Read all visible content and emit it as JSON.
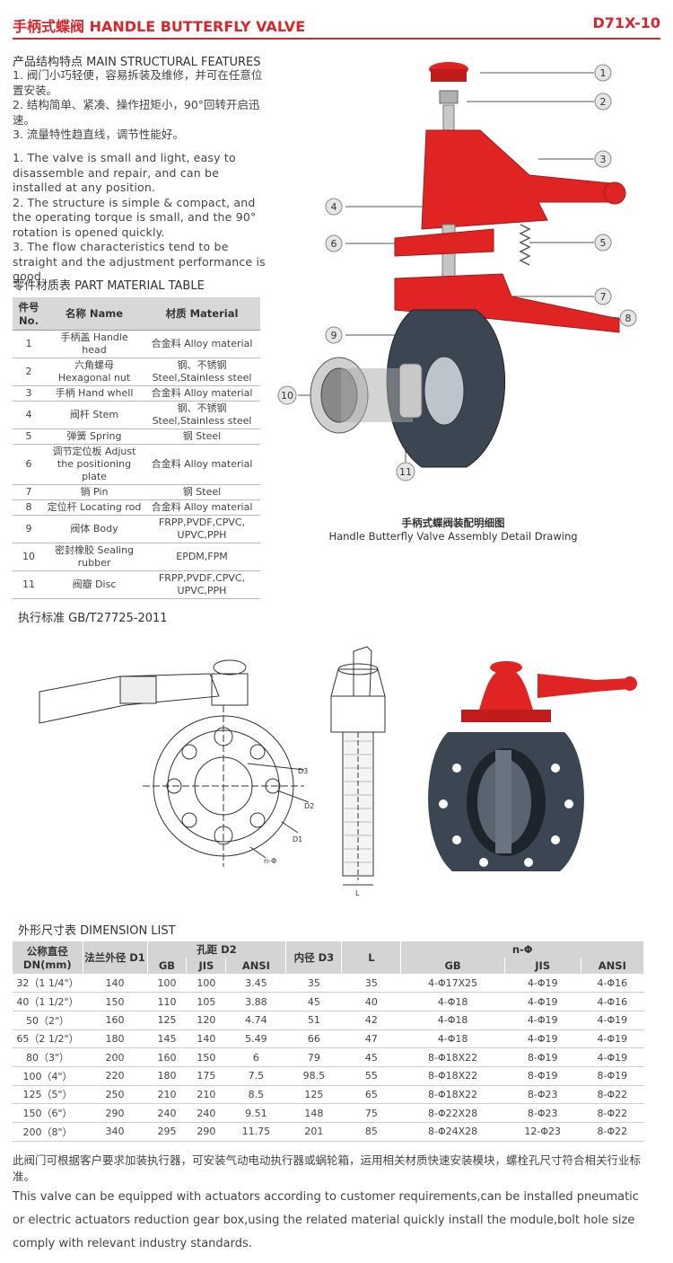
{
  "header": {
    "title": "手柄式蝶阀 HANDLE BUTTERFLY VALVE",
    "model": "D71X-10"
  },
  "features": {
    "heading": "产品结构特点  MAIN STRUCTURAL FEATURES",
    "cn": [
      "1. 阀门小巧轻便，容易拆装及维修，并可在任意位置安装。",
      "2. 结构简单、紧凑、操作扭矩小，90°回转开启迅速。",
      "3. 流量特性趋直线，调节性能好。"
    ],
    "en": [
      "1. The valve is small and light, easy to disassemble and repair, and can be installed at any position.",
      "2. The structure is simple & compact, and the operating torque is small, and the 90° rotation is opened quickly.",
      "3. The flow characteristics tend to be straight and the adjustment performance is good."
    ]
  },
  "parts_table": {
    "heading": "零件材质表  PART MATERIAL TABLE",
    "headers": [
      "件号 No.",
      "名称 Name",
      "材质 Material"
    ],
    "rows": [
      [
        "1",
        "手柄盖 Handle head",
        "合金料 Alloy material"
      ],
      [
        "2",
        "六角螺母 Hexagonal nut",
        "钢、不锈钢 Steel,Stainless steel"
      ],
      [
        "3",
        "手柄 Hand whell",
        "合金料 Alloy material"
      ],
      [
        "4",
        "阀杆 Stem",
        "钢、不锈钢 Steel,Stainless steel"
      ],
      [
        "5",
        "弹簧 Spring",
        "钢 Steel"
      ],
      [
        "6",
        "调节定位板 Adjust the positioning plate",
        "合金料 Alloy material"
      ],
      [
        "7",
        "销 Pin",
        "钢 Steel"
      ],
      [
        "8",
        "定位杆 Locating rod",
        "合金料 Alloy material"
      ],
      [
        "9",
        "阀体 Body",
        "FRPP,PVDF,CPVC, UPVC,PPH"
      ],
      [
        "10",
        "密封橡胶 Sealing rubber",
        "EPDM,FPM"
      ],
      [
        "11",
        "阀瓣 Disc",
        "FRPP,PVDF,CPVC, UPVC,PPH"
      ]
    ]
  },
  "drawing": {
    "caption_cn": "手柄式蝶阀装配明细图",
    "caption_en": "Handle Butterfly Valve Assembly Detail Drawing",
    "callouts": [
      "1",
      "2",
      "3",
      "4",
      "5",
      "6",
      "7",
      "8",
      "9",
      "10",
      "11"
    ]
  },
  "standard": "执行标准 GB/T27725-2011",
  "tech_labels": {
    "d3": "D3",
    "d2": "D2",
    "d1": "D1",
    "n_phi": "n-Φ",
    "l": "L"
  },
  "dimension_table": {
    "heading": "外形尺寸表  DIMENSION LIST",
    "header_top": [
      "公称直径 DN(mm)",
      "法兰外径 D1",
      "孔距 D2",
      "内径 D3",
      "L",
      "n-Φ"
    ],
    "header_sub": [
      "GB",
      "JIS",
      "ANSI",
      "GB",
      "JIS",
      "ANSI"
    ],
    "rows": [
      [
        "32（1 1/4\"）",
        "140",
        "100",
        "100",
        "3.45",
        "35",
        "35",
        "4-Φ17X25",
        "4-Φ19",
        "4-Φ16"
      ],
      [
        "40（1 1/2\"）",
        "150",
        "110",
        "105",
        "3.88",
        "45",
        "40",
        "4-Φ18",
        "4-Φ19",
        "4-Φ16"
      ],
      [
        "50（2\"）",
        "160",
        "125",
        "120",
        "4.74",
        "51",
        "42",
        "4-Φ18",
        "4-Φ19",
        "4-Φ19"
      ],
      [
        "65（2 1/2\"）",
        "180",
        "145",
        "140",
        "5.49",
        "66",
        "47",
        "4-Φ18",
        "4-Φ19",
        "4-Φ19"
      ],
      [
        "80（3\"）",
        "200",
        "160",
        "150",
        "6",
        "79",
        "45",
        "8-Φ18X22",
        "8-Φ19",
        "4-Φ19"
      ],
      [
        "100（4\"）",
        "220",
        "180",
        "175",
        "7.5",
        "98.5",
        "55",
        "8-Φ18X22",
        "8-Φ19",
        "8-Φ19"
      ],
      [
        "125（5\"）",
        "250",
        "210",
        "210",
        "8.5",
        "125",
        "65",
        "8-Φ18X22",
        "8-Φ23",
        "8-Φ22"
      ],
      [
        "150（6\"）",
        "290",
        "240",
        "240",
        "9.51",
        "148",
        "75",
        "8-Φ22X28",
        "8-Φ23",
        "8-Φ22"
      ],
      [
        "200（8\"）",
        "340",
        "295",
        "290",
        "11.75",
        "201",
        "85",
        "8-Φ24X28",
        "12-Φ23",
        "8-Φ22"
      ]
    ]
  },
  "footer": {
    "cn": "此阀门可根据客户要求加装执行器，可安装气动电动执行器或蜗轮箱，运用相关材质快速安装模块，螺栓孔尺寸符合相关行业标准。",
    "en": "This valve can be equipped with actuators according to customer requirements,can be installed pneumatic or electric actuators reduction gear box,using the related material quickly install the module,bolt hole size comply with relevant industry standards."
  },
  "colors": {
    "accent": "#d9262b",
    "valve_body": "#3c4652",
    "handle": "#e02424"
  }
}
